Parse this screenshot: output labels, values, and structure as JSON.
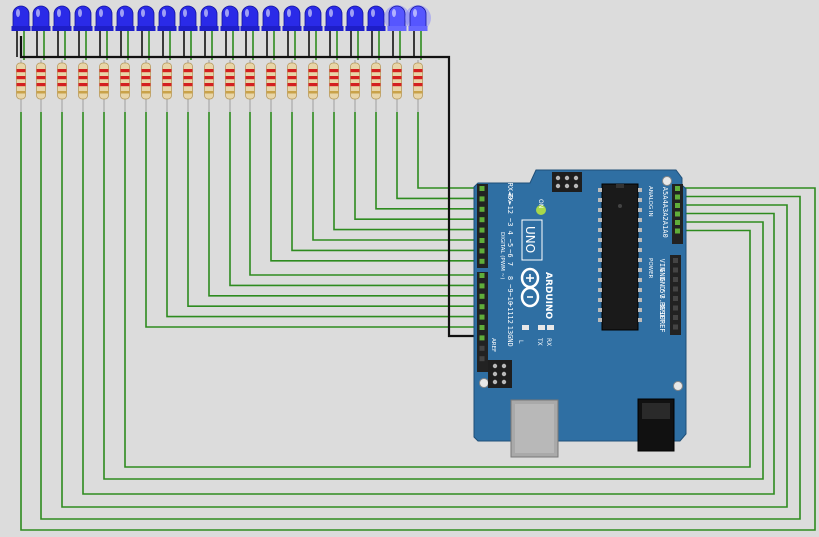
{
  "colors": {
    "background": "#dcdcdc",
    "wire_green": "#2e8b1f",
    "wire_black": "#111111",
    "led_blue": "#2a2ae8",
    "led_lit": "#7d7dff",
    "board_blue": "#2f6fa3",
    "header_black": "#222222",
    "resistor_body": "#e8d5a8",
    "resistor_band_red": "#d42020"
  },
  "icons": {
    "arduino_logo": "infinity-plus-minus-logo",
    "led": "led-icon",
    "resistor": "resistor-icon"
  },
  "circuit": {
    "led_count": 20,
    "lit_led_indices": [
      18,
      19
    ],
    "resistor_count": 20
  },
  "board": {
    "model_label": "UNO",
    "brand_label": "ARDUINO",
    "on_label": "ON",
    "l_label": "L",
    "tx_label": "TX",
    "rx_label": "RX",
    "aref_label": "AREF",
    "digital_label": "DIGITAL (PWM ~)",
    "analog_label": "ANALOG IN",
    "power_label": "POWER",
    "digital_pins": [
      "RX◄0",
      "TX►1",
      "2",
      "~3",
      "4",
      "~5",
      "~6",
      "7",
      "8",
      "~9",
      "~10",
      "~11",
      "12",
      "13",
      "GND"
    ],
    "analog_pins": [
      "A5",
      "A4",
      "A3",
      "A2",
      "A1",
      "A0"
    ],
    "power_pins": [
      "VIN",
      "GND",
      "GND",
      "5V",
      "3.3V",
      "RESET",
      "IOREF"
    ]
  }
}
